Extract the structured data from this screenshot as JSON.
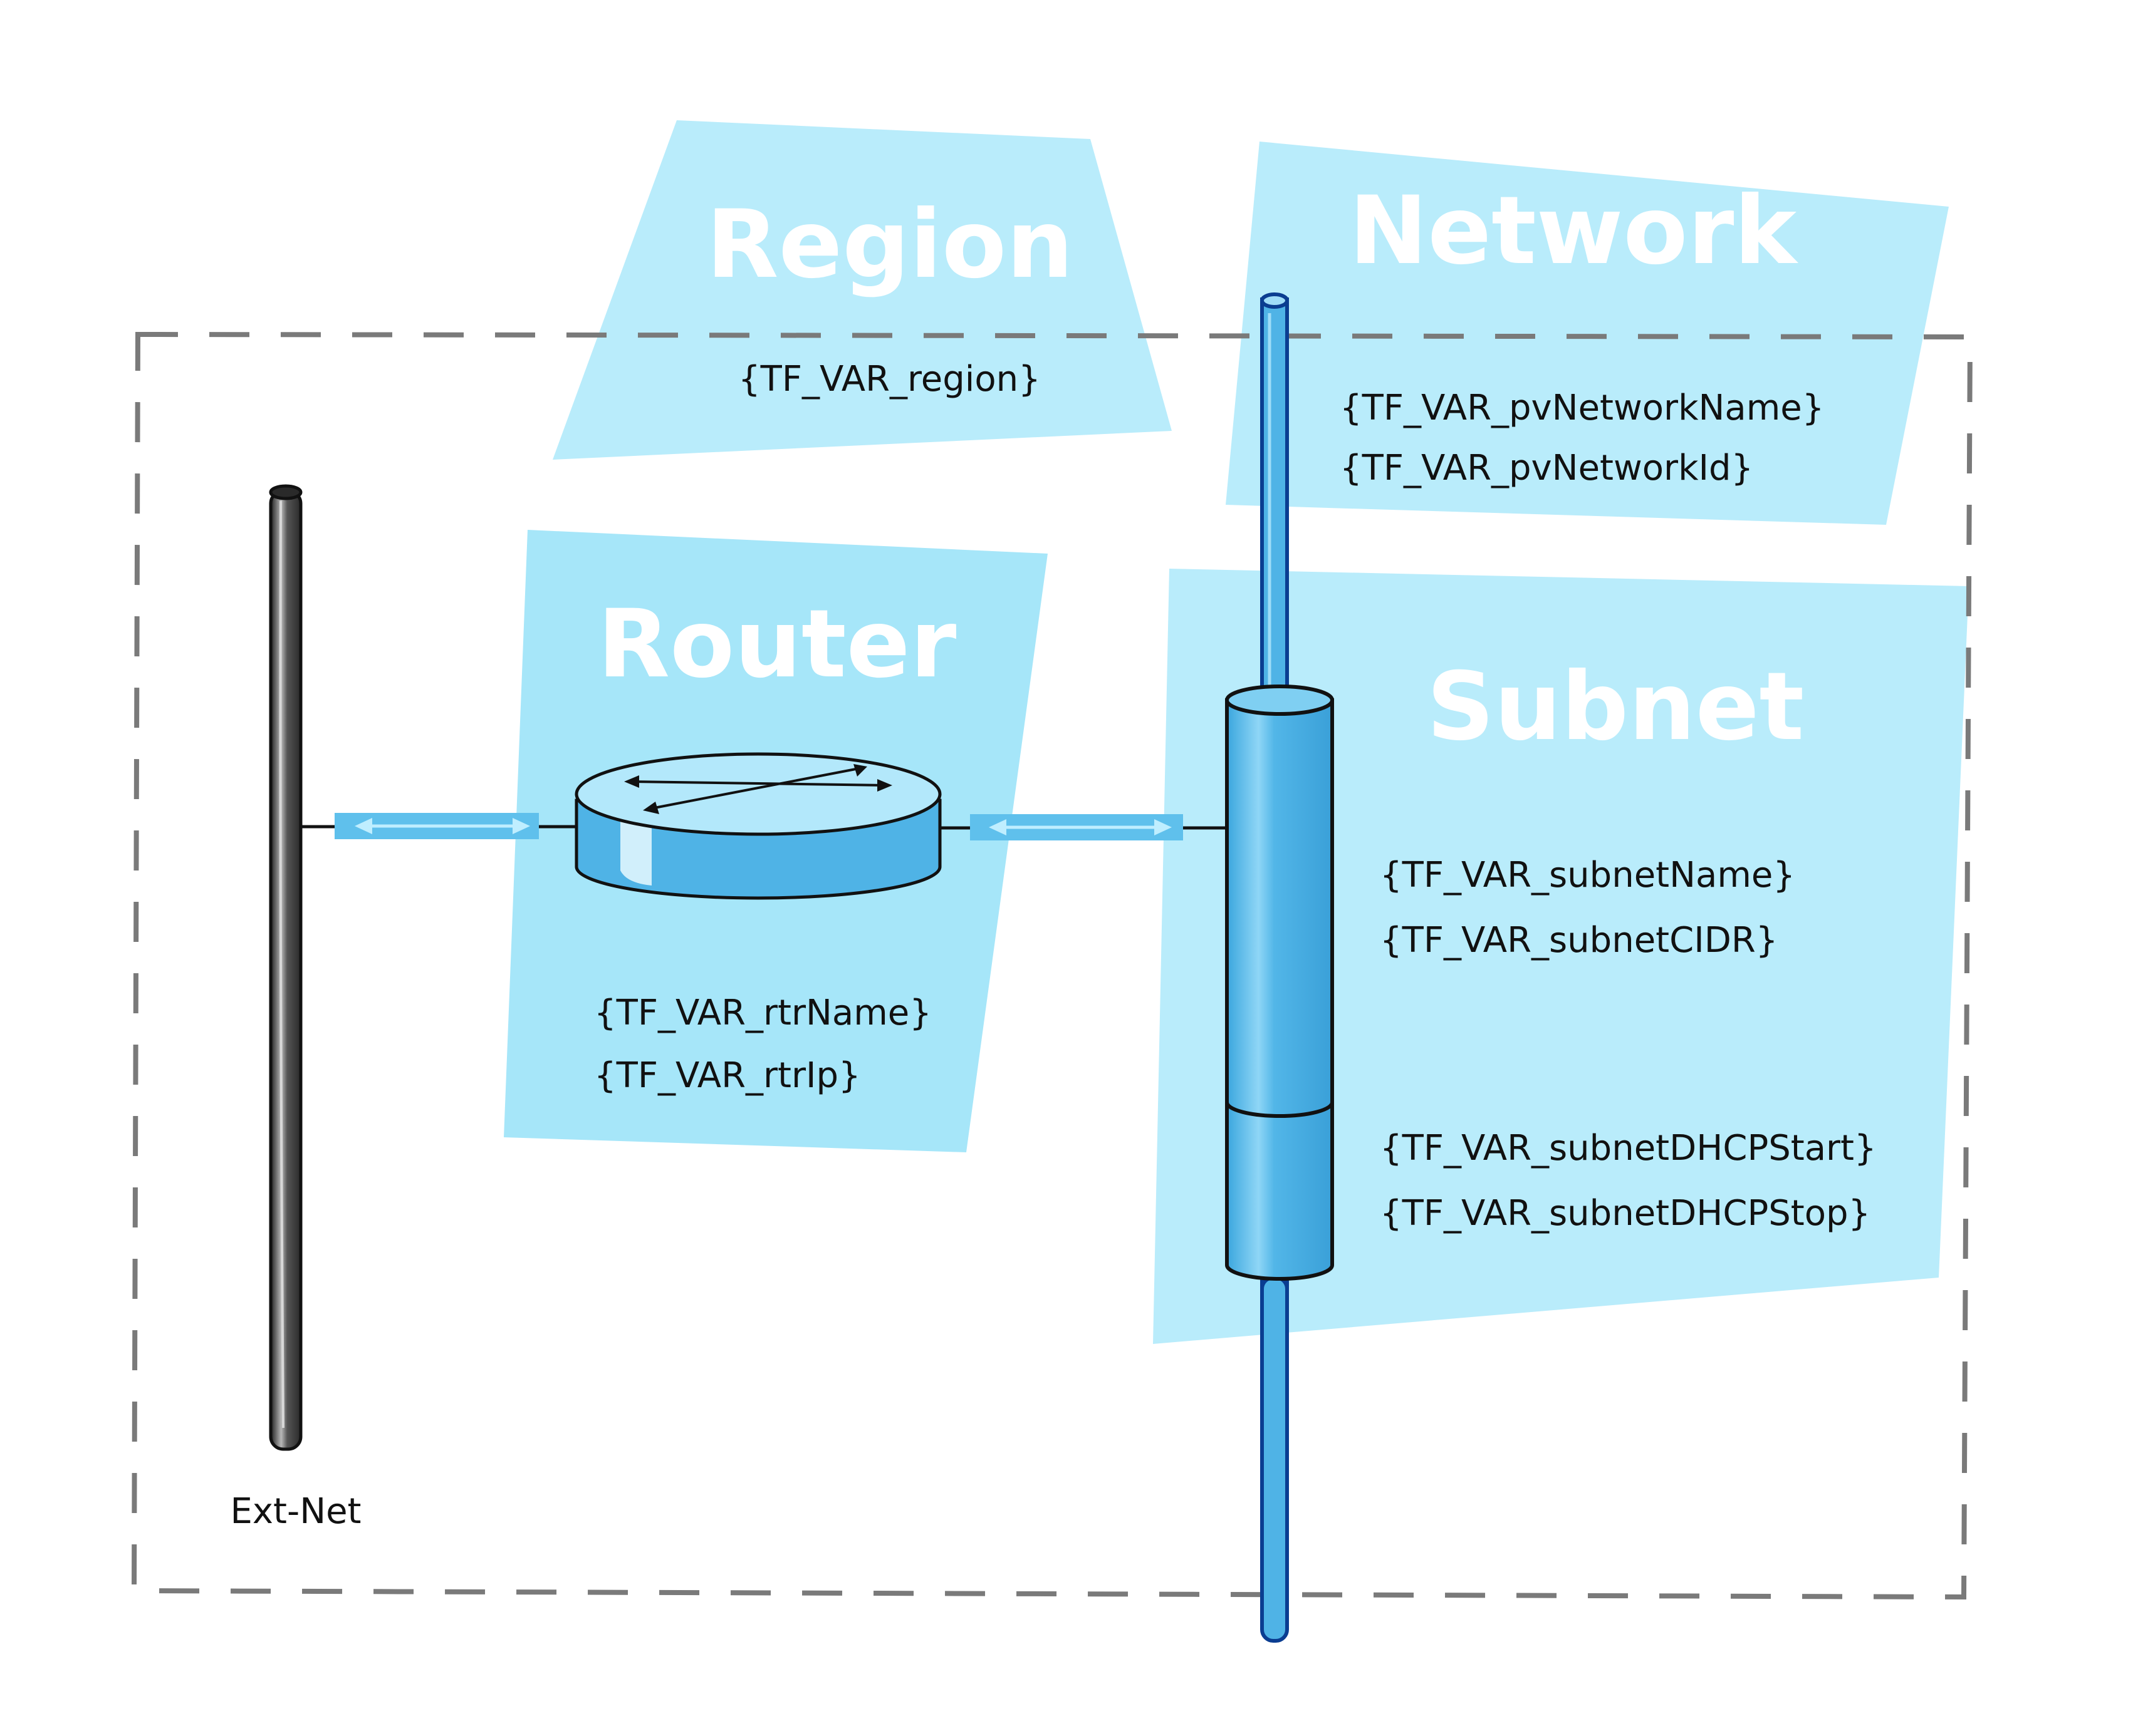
{
  "diagram": {
    "panels": {
      "region": {
        "title": "Region",
        "vars": [
          "{TF_VAR_region}"
        ]
      },
      "network": {
        "title": "Network",
        "vars": [
          "{TF_VAR_pvNetworkName}",
          "{TF_VAR_pvNetworkId}"
        ]
      },
      "router": {
        "title": "Router",
        "vars": [
          "{TF_VAR_rtrName}",
          "{TF_VAR_rtrIp}"
        ]
      },
      "subnet": {
        "title": "Subnet",
        "vars": [
          "{TF_VAR_subnetName}",
          "{TF_VAR_subnetCIDR}",
          "{TF_VAR_subnetDHCPStart}",
          "{TF_VAR_subnetDHCPStop}"
        ]
      }
    },
    "ext_net_label": "Ext-Net",
    "colors": {
      "panel_light": "#b9ecfb",
      "panel_medium": "#a6e6f9",
      "pipe_blue": "#4fb3e6",
      "pipe_outline": "#0a3d91",
      "ext_net_pipe": "#3a3a3a",
      "boundary_dash": "#7a7a7a",
      "connector": "#5fc0ec"
    }
  }
}
